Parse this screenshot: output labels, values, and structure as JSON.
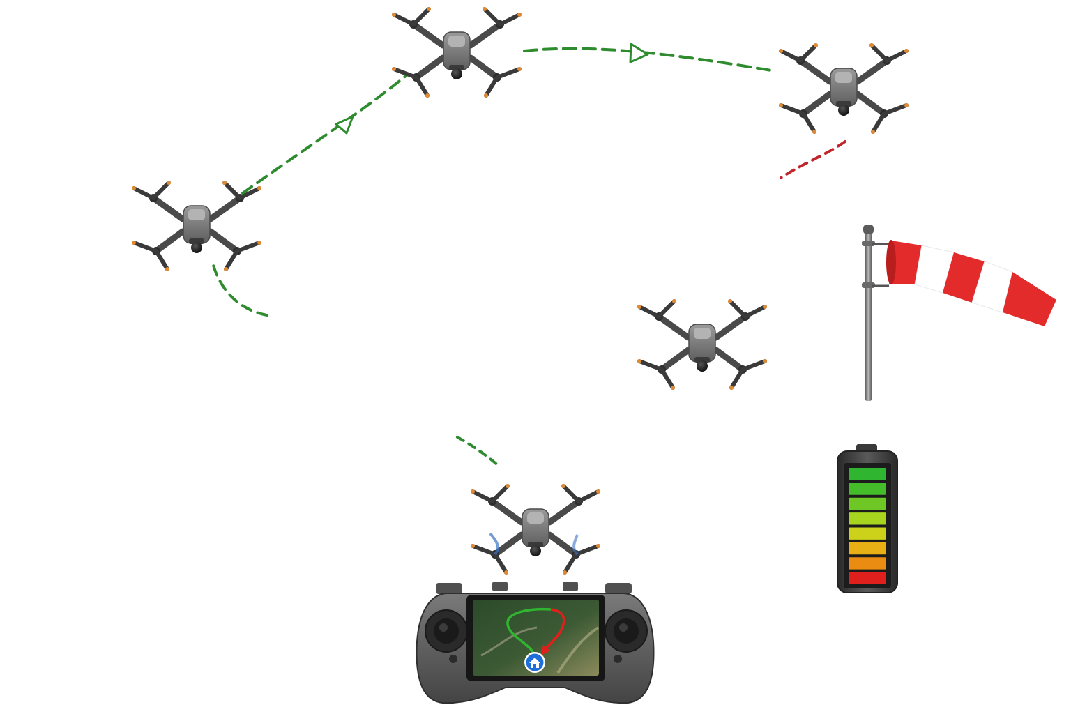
{
  "scene": {
    "background": "#ffffff",
    "drones": [
      {
        "id": "drone-start",
        "icon": "quadcopter-drone-icon"
      },
      {
        "id": "drone-waypoint-1",
        "icon": "quadcopter-drone-icon"
      },
      {
        "id": "drone-waypoint-2",
        "icon": "quadcopter-drone-icon"
      },
      {
        "id": "drone-waypoint-3",
        "icon": "quadcopter-drone-icon"
      },
      {
        "id": "drone-wind-drift",
        "icon": "quadcopter-drone-icon"
      },
      {
        "id": "drone-landing",
        "icon": "quadcopter-drone-icon"
      }
    ],
    "paths": {
      "normal_color": "#2e8b2e",
      "return_color": "#c0262c",
      "arrow_icon": "direction-arrow-icon"
    },
    "windsock": {
      "icon": "windsock-icon",
      "stripe_colors": [
        "#e32b2b",
        "#ffffff"
      ]
    },
    "battery": {
      "icon": "battery-icon",
      "level_fraction": 1.0,
      "segment_colors": [
        "#2fb52f",
        "#45bd2a",
        "#6fc725",
        "#a7d41f",
        "#ccd21a",
        "#e8b014",
        "#ea8c11",
        "#e0201c"
      ]
    },
    "controller": {
      "icon": "remote-controller-icon",
      "screen": {
        "map_icon": "satellite-map-icon",
        "home_icon": "home-icon",
        "home_color": "#1e6fd9",
        "outbound_color": "#2fb52f",
        "return_color": "#e0201c"
      }
    }
  }
}
